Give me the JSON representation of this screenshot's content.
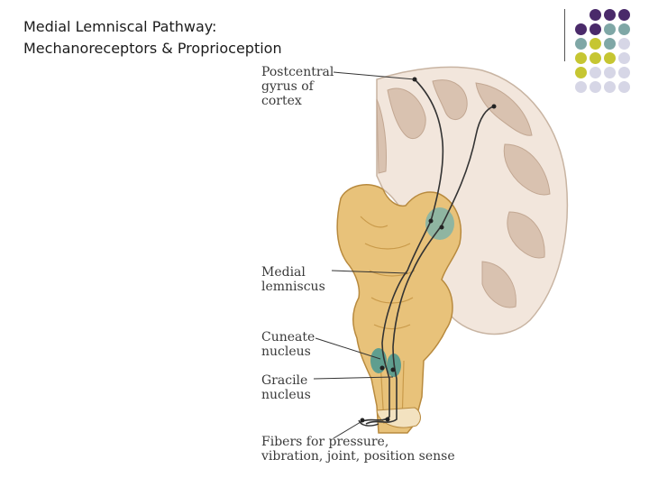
{
  "title": {
    "line1": "Medial Lemniscal Pathway:",
    "line2": "Mechanoreceptors &  Proprioception"
  },
  "labels": {
    "postcentral": [
      "Postcentral",
      "gyrus of",
      "cortex"
    ],
    "medial_lemniscus": [
      "Medial",
      "lemniscus"
    ],
    "cuneate": [
      "Cuneate",
      "nucleus"
    ],
    "gracile": [
      "Gracile",
      "nucleus"
    ],
    "fibers": [
      "Fibers for pressure,",
      "vibration, joint, position sense"
    ]
  },
  "colors": {
    "purple": "#4a2a6a",
    "teal": "#7fa7a6",
    "olive": "#c6c632",
    "lavender": "#d6d6e6",
    "cortex_fill": "#f2e6dc",
    "cortex_gyri": "#d9c2b0",
    "brainstem": "#e8c27a",
    "brainstem_shadow": "#c99a4a",
    "nucleus_teal": "#7fb3a8",
    "pathway": "#333333"
  },
  "dot_grid_colors": [
    [
      "",
      "purple",
      "purple",
      "purple"
    ],
    [
      "purple",
      "purple",
      "teal",
      "teal"
    ],
    [
      "teal",
      "olive",
      "teal",
      "lavender"
    ],
    [
      "olive",
      "olive",
      "olive",
      "lavender"
    ],
    [
      "olive",
      "lavender",
      "lavender",
      "lavender"
    ],
    [
      "lavender",
      "lavender",
      "lavender",
      "lavender"
    ]
  ]
}
